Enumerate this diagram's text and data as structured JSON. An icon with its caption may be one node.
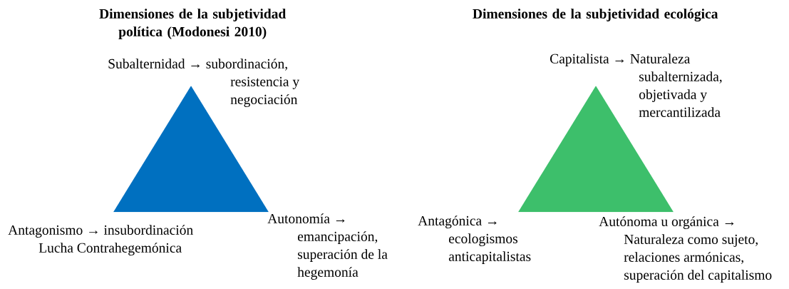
{
  "diagram": {
    "nodes": [
      {
        "text": [],
        "shape": "triangle",
        "beside": [
          "Dimensiones de la subjetividad política (Modonesi 2010)",
          "Subalternidad → subordinación, resistencia y negociación",
          "Antagonismo → insubordinación Lucha Contrahegemónica",
          "Autonomía → emancipación, superación de la hegemonía"
        ]
      },
      {
        "text": [],
        "shape": "triangle",
        "beside": [
          "Dimensiones de la subjetividad ecológica",
          "Capitalista → Naturaleza subalternizada, objetivada y mercantilizada",
          "Antagónica → ecologismos anticapitalistas",
          "Autónoma u orgánica → Naturaleza como sujeto, relaciones armónicas, superación del capitalismo"
        ]
      }
    ]
  }
}
